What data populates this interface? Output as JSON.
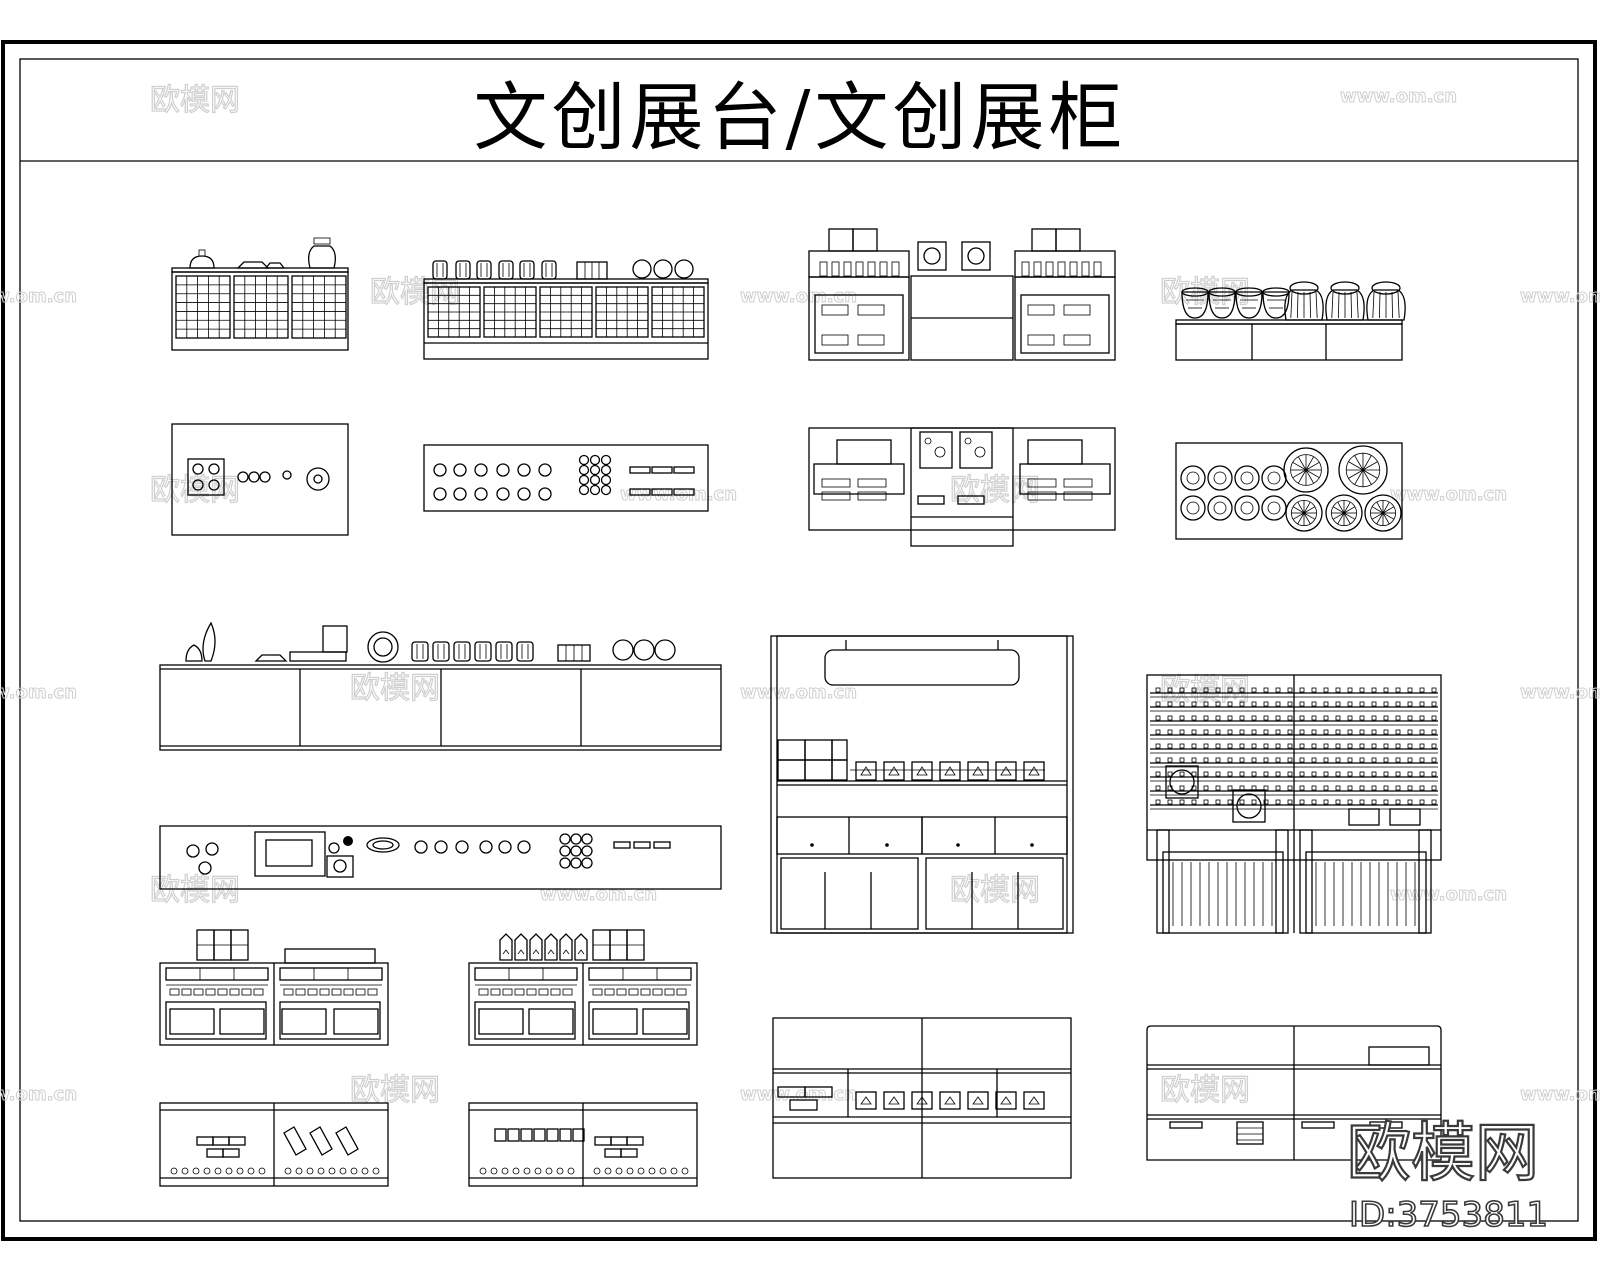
{
  "sheet": {
    "title": "文创展台/文创展柜",
    "watermark_cn": "欧模网",
    "watermark_url": "www.om.cn",
    "brand": "欧模网",
    "id_label": "ID:3753811"
  },
  "drawings": [
    "counter-small-elevation",
    "counter-medium-elevation",
    "counter-double-elevation",
    "counter-basket-elevation",
    "counter-small-plan",
    "counter-medium-plan",
    "counter-double-plan",
    "counter-basket-plan",
    "counter-long-elevation",
    "counter-long-plan",
    "cabinet-wall-elevation",
    "cabinet-shelving-elevation",
    "counter-pair-a-elevation",
    "counter-pair-b-elevation",
    "counter-pair-a-plan",
    "counter-pair-b-plan",
    "cabinet-wall-plan",
    "cabinet-shelving-plan"
  ]
}
